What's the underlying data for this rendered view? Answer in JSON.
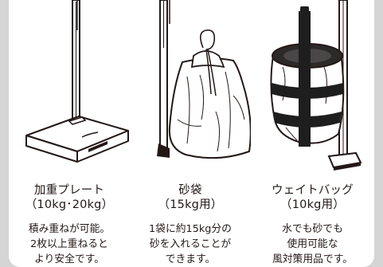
{
  "panels": [
    {
      "id": "weight-plate",
      "icon": "weight-plate-illustration",
      "title_line1": "加重プレート",
      "title_line2": "（10kg･20kg）",
      "desc_lines": [
        "積み重ねが可能。",
        "2枚以上重ねると",
        "より安全です。"
      ]
    },
    {
      "id": "sandbag",
      "icon": "sandbag-illustration",
      "title_line1": "砂袋",
      "title_line2": "（15kg用）",
      "desc_lines": [
        "1袋に約15kg分の",
        "砂を入れることが",
        "できます。"
      ]
    },
    {
      "id": "weight-bag",
      "icon": "weight-bag-illustration",
      "title_line1": "ウェイトバッグ",
      "title_line2": "（10kg用）",
      "desc_lines": [
        "水でも砂でも",
        "使用可能な",
        "風対策用品です。"
      ]
    }
  ],
  "colors": {
    "ink": "#231815",
    "frame_background": "#d5d5d5",
    "card_background": "#ffffff",
    "strap": "#1e1e1e"
  }
}
